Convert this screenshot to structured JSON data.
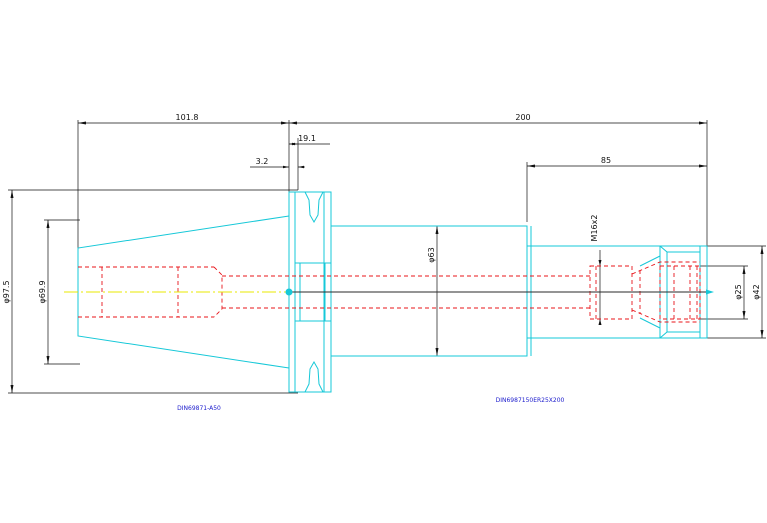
{
  "dimensions": {
    "d_101_8": "101.8",
    "d_200": "200",
    "d_19_1": "19.1",
    "d_3_2": "3.2",
    "d_85": "85",
    "dia_97_5": "φ97.5",
    "dia_69_9": "φ69.9",
    "dia_63": "φ63",
    "thread_m16": "M16x2",
    "dia_25": "φ25",
    "dia_42": "φ42"
  },
  "labels": {
    "part_left": "DIN69871-A50",
    "part_right": "DIN6987150ER25X200"
  },
  "colors": {
    "outline": "#16c8d8",
    "hidden": "#e8141a",
    "dimension": "#111111",
    "centerline": "#e8e800",
    "axis": "#2a2a2a",
    "label": "#1a1acc"
  }
}
